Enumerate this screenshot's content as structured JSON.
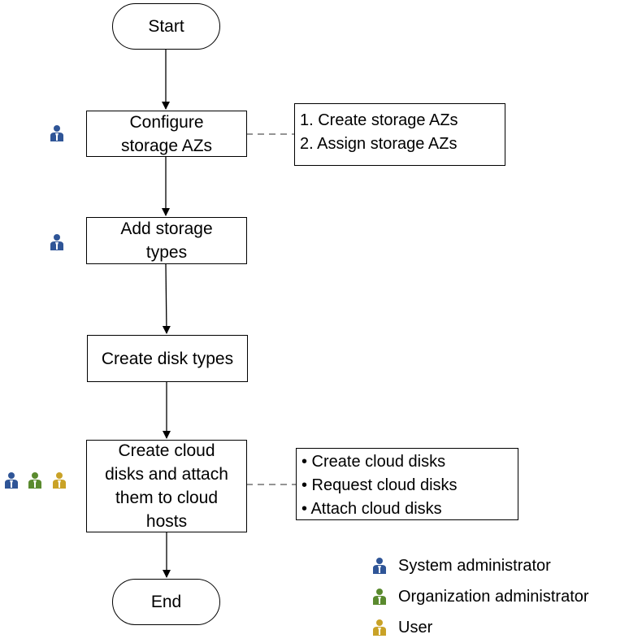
{
  "colors": {
    "system_admin": "#2F5597",
    "org_admin": "#5A8A2E",
    "user": "#C9A227"
  },
  "nodes": {
    "start": {
      "label": "Start"
    },
    "configure": {
      "lines": [
        "Configure",
        "storage AZs"
      ]
    },
    "add_types": {
      "lines": [
        "Add storage",
        "types"
      ]
    },
    "disk_types": {
      "lines": [
        "Create disk types"
      ]
    },
    "cloud_disks": {
      "lines": [
        "Create cloud",
        "disks and attach",
        "them to cloud",
        "hosts"
      ]
    },
    "end": {
      "label": "End"
    }
  },
  "notes": {
    "configure": [
      "1. Create storage AZs",
      "2. Assign storage AZs"
    ],
    "cloud_disks": [
      "• Create cloud disks",
      "• Request cloud disks",
      "• Attach cloud disks"
    ]
  },
  "legend": [
    {
      "icon": "system-admin-icon",
      "label": "System administrator"
    },
    {
      "icon": "org-admin-icon",
      "label": "Organization administrator"
    },
    {
      "icon": "user-icon",
      "label": "User"
    }
  ]
}
